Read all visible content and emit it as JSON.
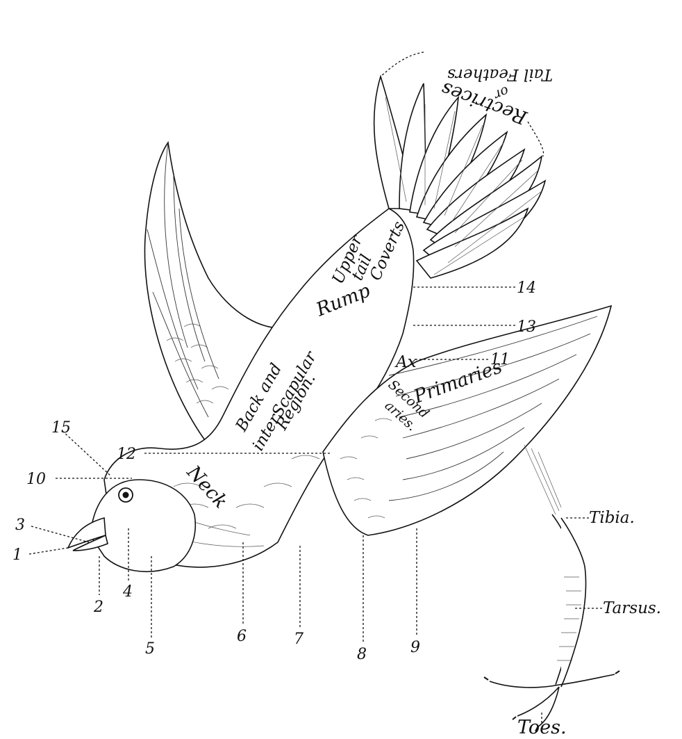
{
  "labels": {
    "rectrices_line1": "Rectrices",
    "rectrices_line2": "or",
    "rectrices_line3": "Tail Feathers",
    "upper": "Upper",
    "tail": "tail",
    "coverts": "Coverts",
    "rump": "Rump",
    "back_line1": "Back and",
    "back_line2": "interScapular",
    "back_line3": "Region.",
    "neck": "Neck",
    "primaries": "Primaries",
    "secondaries_line1": "Second",
    "secondaries_line2": "aries.",
    "axillaries": "Ax",
    "tibia": "Tibia.",
    "tarsus": "Tarsus.",
    "toes": "Toes."
  },
  "numbers": {
    "n1": "1",
    "n2": "2",
    "n3": "3",
    "n4": "4",
    "n5": "5",
    "n6": "6",
    "n7": "7",
    "n8": "8",
    "n9": "9",
    "n10": "10",
    "n11": "11",
    "n12": "12",
    "n13": "13",
    "n14": "14",
    "n15": "15"
  }
}
